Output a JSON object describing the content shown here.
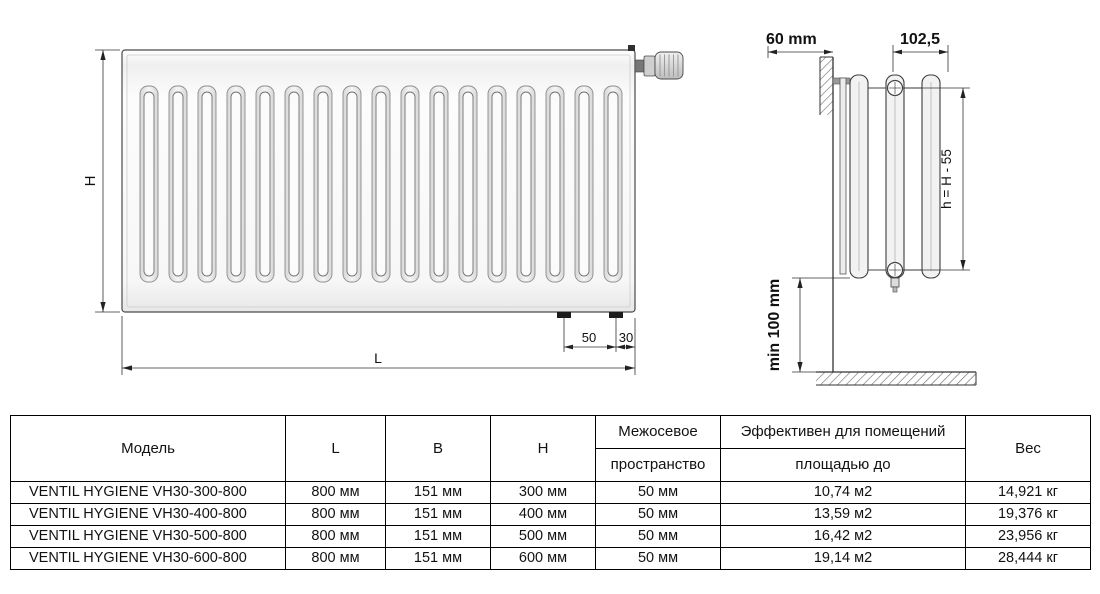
{
  "drawing": {
    "front_view": {
      "height_label": "H",
      "length_label": "L",
      "dim_50": "50",
      "dim_30": "30"
    },
    "side_view": {
      "wall_offset_label": "60 mm",
      "depth_label": "102,5",
      "axis_height_label": "h = H - 55",
      "min_floor_label": "min 100 mm"
    }
  },
  "table": {
    "headers": {
      "model": "Модель",
      "l": "L",
      "b": "B",
      "h": "H",
      "spacing_line1": "Межосевое",
      "spacing_line2": "пространство",
      "area_line1": "Эффективен для помещений",
      "area_line2": "площадью до",
      "weight": "Вес"
    },
    "rows": [
      [
        "VENTIL HYGIENE VH30-300-800",
        "800 мм",
        "151 мм",
        "300 мм",
        "50 мм",
        "10,74 м2",
        "14,921 кг"
      ],
      [
        "VENTIL HYGIENE VH30-400-800",
        "800 мм",
        "151 мм",
        "400 мм",
        "50 мм",
        "13,59 м2",
        "19,376 кг"
      ],
      [
        "VENTIL HYGIENE VH30-500-800",
        "800 мм",
        "151 мм",
        "500 мм",
        "50 мм",
        "16,42 м2",
        "23,956 кг"
      ],
      [
        "VENTIL HYGIENE VH30-600-800",
        "800 мм",
        "151 мм",
        "600 мм",
        "50 мм",
        "19,14 м2",
        "28,444 кг"
      ]
    ]
  }
}
